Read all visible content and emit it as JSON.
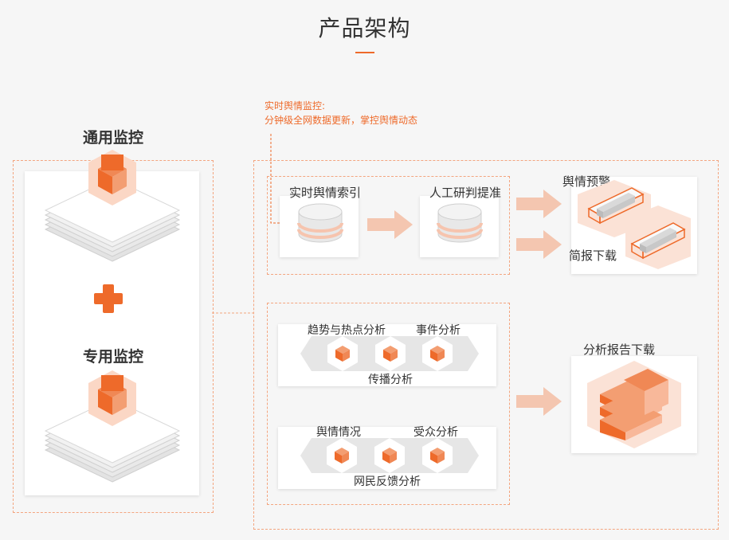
{
  "header": {
    "title": "产品架构"
  },
  "callout": {
    "line1": "实时舆情监控:",
    "line2": "分钟级全网数据更新，掌控舆情动态"
  },
  "left": {
    "general_label": "通用监控",
    "special_label": "专用监控"
  },
  "top_flow": {
    "search_label": "实时舆情索引",
    "review_label": "人工研判提准"
  },
  "outputs": {
    "warning_label": "舆情预警",
    "briefing_label": "简报下载",
    "report_label": "分析报告下载"
  },
  "analysis_a": {
    "label1": "趋势与热点分析",
    "label2": "事件分析",
    "bottom_label": "传播分析"
  },
  "analysis_b": {
    "label1": "舆情情况",
    "label2": "受众分析",
    "bottom_label": "网民反馈分析"
  },
  "colors": {
    "accent": "#ee6a2a",
    "accent_light": "#f4c6b0",
    "dashed": "#f3a57f",
    "background": "#f6f6f6"
  }
}
